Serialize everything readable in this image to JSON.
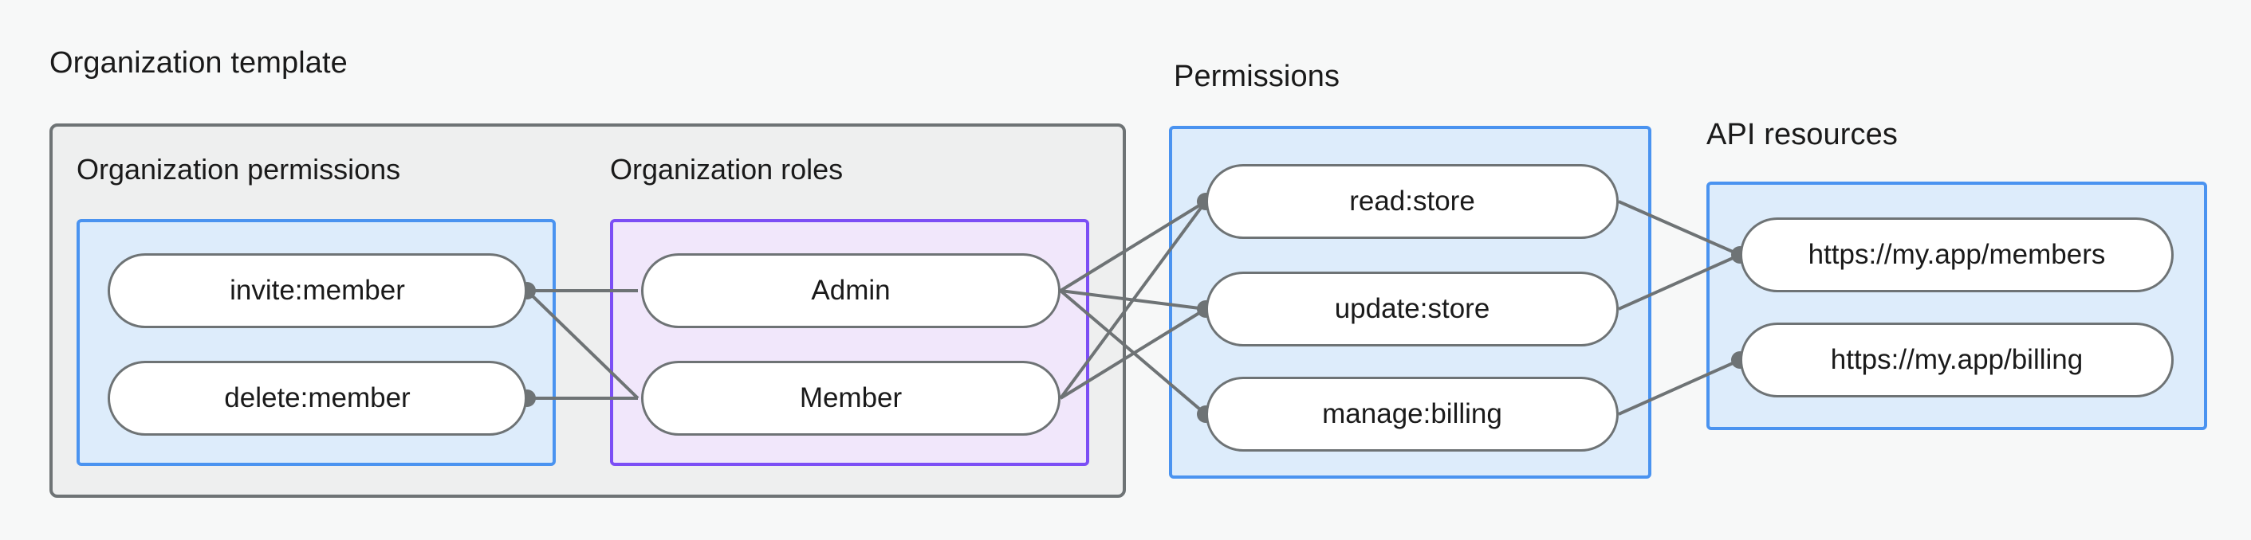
{
  "diagram": {
    "title_groups": [
      {
        "key": "org_template",
        "label": "Organization template"
      },
      {
        "key": "permissions",
        "label": "Permissions"
      },
      {
        "key": "api_resources",
        "label": "API resources"
      }
    ],
    "subgroups": [
      {
        "key": "org_permissions",
        "label": "Organization permissions"
      },
      {
        "key": "org_roles",
        "label": "Organization roles"
      }
    ],
    "nodes": {
      "org_permissions": [
        {
          "id": "invite_member",
          "label": "invite:member"
        },
        {
          "id": "delete_member",
          "label": "delete:member"
        }
      ],
      "org_roles": [
        {
          "id": "admin",
          "label": "Admin"
        },
        {
          "id": "member",
          "label": "Member"
        }
      ],
      "permissions": [
        {
          "id": "read_store",
          "label": "read:store"
        },
        {
          "id": "update_store",
          "label": "update:store"
        },
        {
          "id": "manage_billing",
          "label": "manage:billing"
        }
      ],
      "api_resources": [
        {
          "id": "res_members",
          "label": "https://my.app/members"
        },
        {
          "id": "res_billing",
          "label": "https://my.app/billing"
        }
      ]
    },
    "edges": [
      {
        "from": "invite_member",
        "to": "admin"
      },
      {
        "from": "invite_member",
        "to": "member"
      },
      {
        "from": "delete_member",
        "to": "member"
      },
      {
        "from": "admin",
        "to": "read_store"
      },
      {
        "from": "admin",
        "to": "update_store"
      },
      {
        "from": "admin",
        "to": "manage_billing"
      },
      {
        "from": "member",
        "to": "read_store"
      },
      {
        "from": "member",
        "to": "update_store"
      },
      {
        "from": "read_store",
        "to": "res_members"
      },
      {
        "from": "update_store",
        "to": "res_members"
      },
      {
        "from": "manage_billing",
        "to": "res_billing"
      }
    ],
    "colors": {
      "canvas_background": "#f7f8f8",
      "outer_group_fill": "#eeefef",
      "outer_group_border": "#6e7375",
      "blue_group_fill": "#ddecfb",
      "blue_group_border": "#4a93f0",
      "purple_group_fill": "#f1e7fb",
      "purple_group_border": "#7c4ef5",
      "node_fill": "#ffffff",
      "node_border": "#6e7375",
      "edge_stroke": "#6e7375",
      "text": "#1a1a1a"
    }
  }
}
